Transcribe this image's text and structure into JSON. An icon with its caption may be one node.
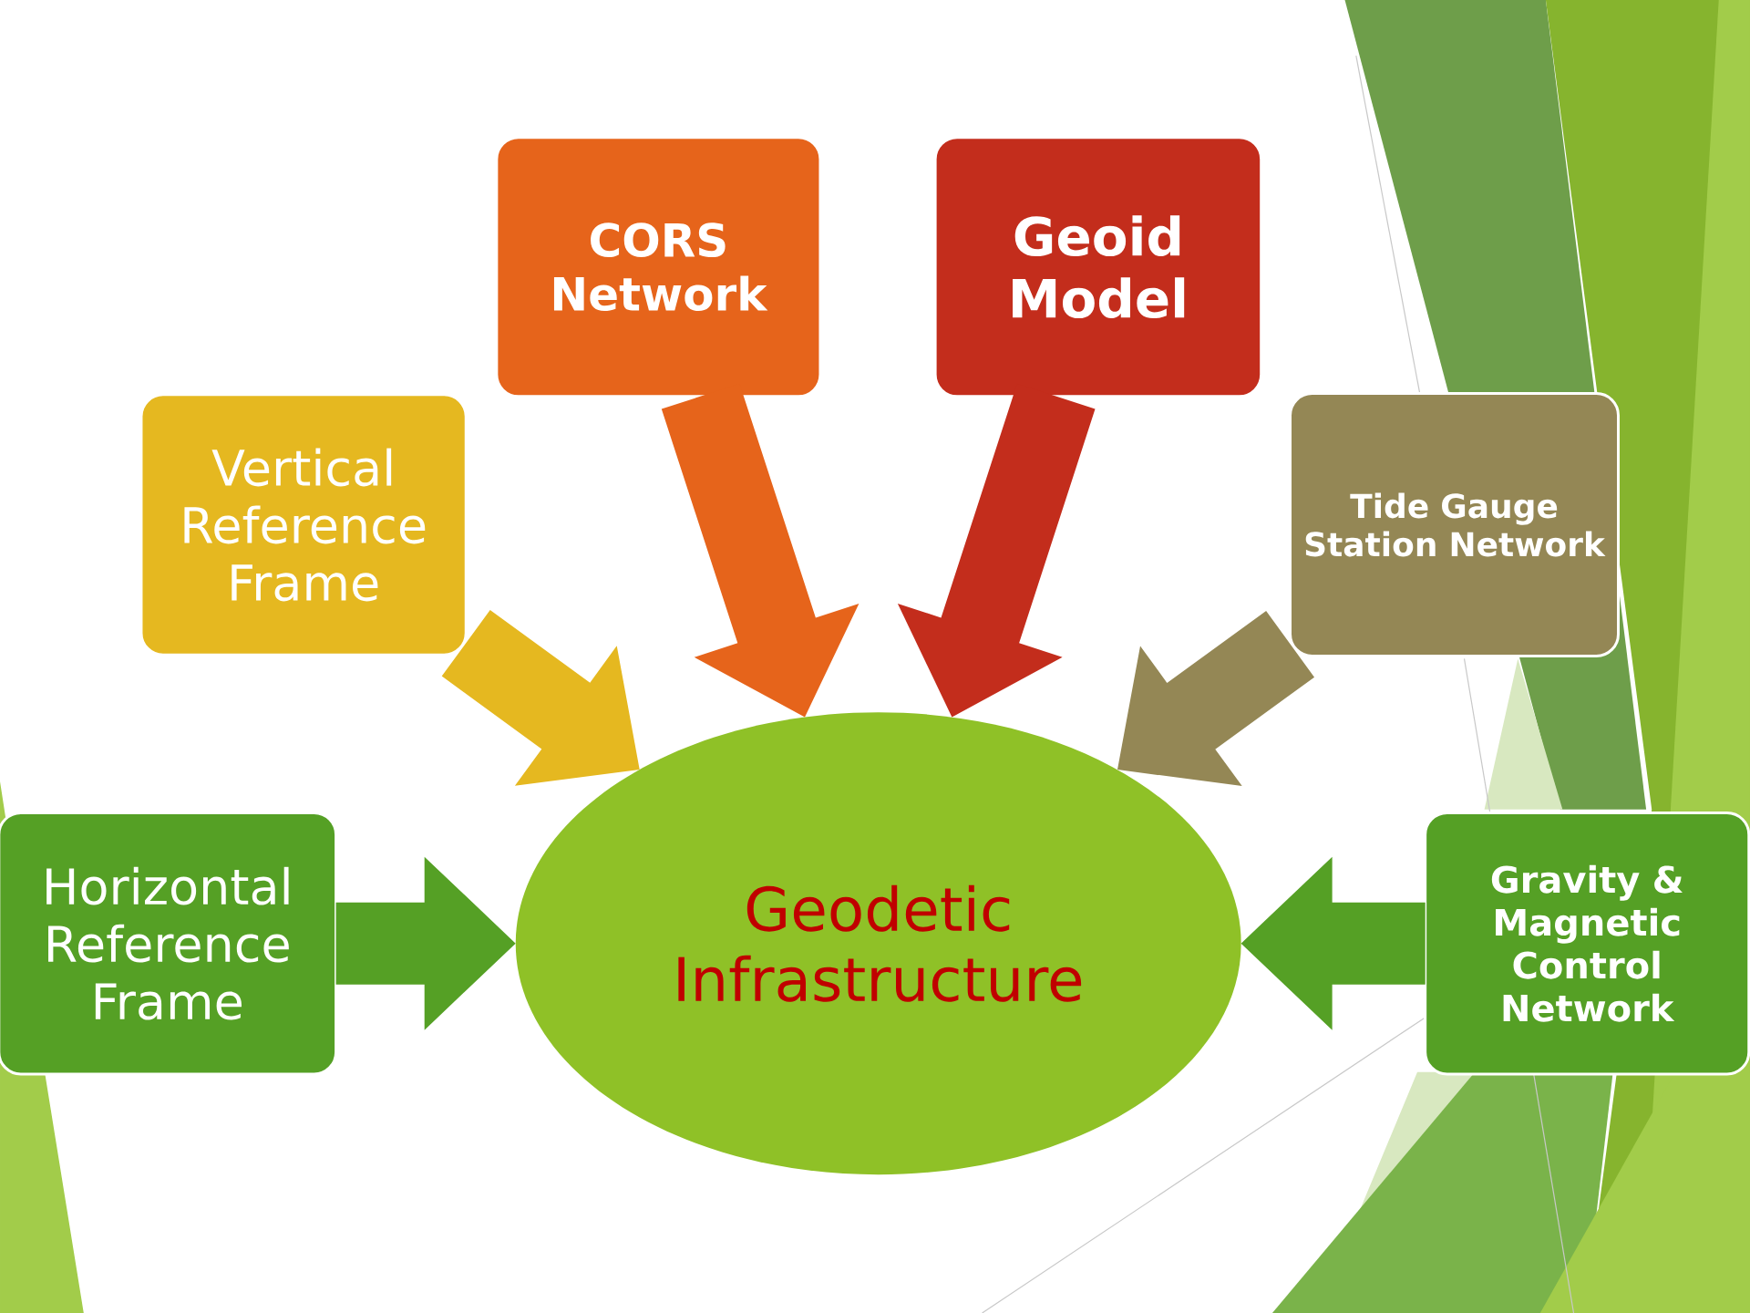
{
  "diagram": {
    "nodes": [
      {
        "text": [
          "CORS Network"
        ]
      },
      {
        "text": [
          "Geoid Model"
        ]
      },
      {
        "text": [
          "Vertical Reference Frame"
        ]
      },
      {
        "text": [
          "Tide Gauge Station Network"
        ]
      },
      {
        "text": [
          "Horizontal Reference Frame"
        ]
      },
      {
        "text": [
          "Geodetic Infrastructure"
        ]
      },
      {
        "text": [
          "Gravity & Magnetic Control Network"
        ]
      }
    ],
    "edges": [
      {
        "from": 0,
        "to": 5,
        "arrow": "to",
        "color": "#e6641b"
      },
      {
        "from": 1,
        "to": 5,
        "arrow": "to",
        "color": "#c32d1c"
      },
      {
        "from": 2,
        "to": 5,
        "arrow": "to",
        "color": "#e5b820"
      },
      {
        "from": 3,
        "to": 5,
        "arrow": "to",
        "color": "#948755"
      },
      {
        "from": 4,
        "to": 5,
        "arrow": "to",
        "color": "#55a025"
      },
      {
        "from": 6,
        "to": 5,
        "arrow": "to",
        "color": "#55a025"
      }
    ]
  }
}
